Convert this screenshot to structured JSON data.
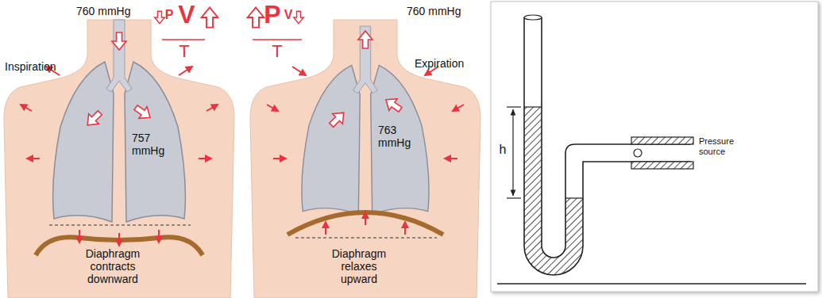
{
  "diagram": {
    "labels": [
      "760 mmHg",
      "P",
      "V",
      "T",
      "Inspiration",
      "757 mmHg",
      "Diaphragm contracts downward",
      "P",
      "V",
      "T",
      "760 mmHg",
      "Expiration",
      "763 mmHg",
      "Diaphragm relaxes upward",
      "h",
      "Pressure source"
    ]
  }
}
